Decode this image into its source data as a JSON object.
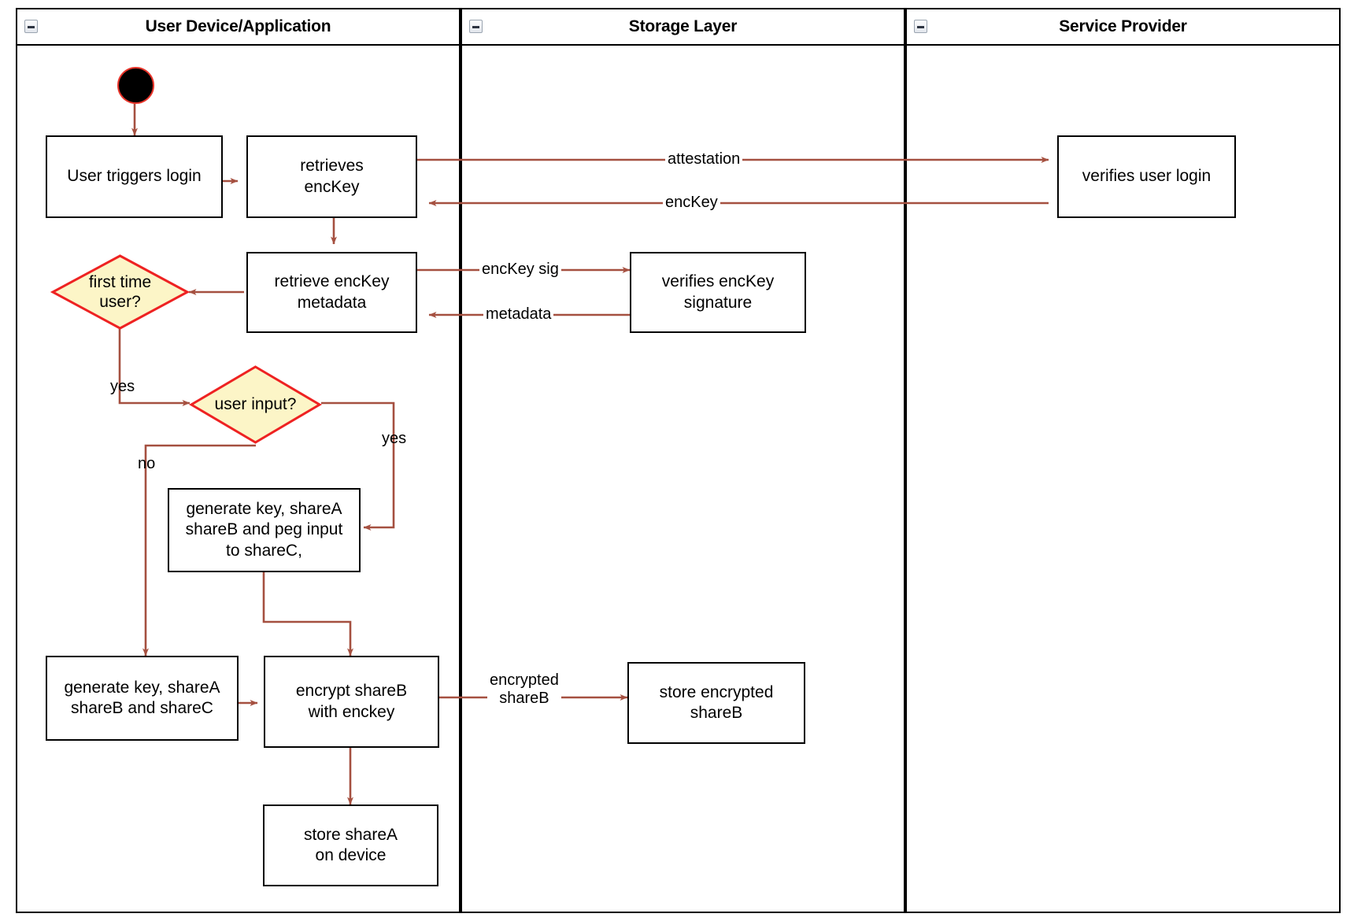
{
  "diagram": {
    "type": "uml-activity-swimlane",
    "title": "Login / key-share provisioning activity diagram",
    "colors": {
      "lane_border": "#000000",
      "node_border": "#000000",
      "node_fill": "#ffffff",
      "edge": "#a55040",
      "decision_border": "#ee2222",
      "decision_fill": "#fcf5c7",
      "start_fill": "#000000",
      "start_border": "#e8342a",
      "text": "#000000"
    }
  },
  "lanes": [
    {
      "id": "user-device",
      "title": "User Device/Application",
      "collapse_icon": "collapse-minus-icon"
    },
    {
      "id": "storage-layer",
      "title": "Storage Layer",
      "collapse_icon": "collapse-minus-icon"
    },
    {
      "id": "service-provider",
      "title": "Service Provider",
      "collapse_icon": "collapse-minus-icon"
    }
  ],
  "nodes": {
    "start": {
      "kind": "initial-node",
      "label": ""
    },
    "user_triggers_login": {
      "kind": "action",
      "label": "User triggers login"
    },
    "retrieves_enckey": {
      "kind": "action",
      "label": "retrieves\nencKey"
    },
    "retrieve_enckey_metadata": {
      "kind": "action",
      "label": "retrieve encKey\nmetadata"
    },
    "verifies_user_login": {
      "kind": "action",
      "label": "verifies user login"
    },
    "verifies_enckey_signature": {
      "kind": "action",
      "label": "verifies encKey signature"
    },
    "first_time_user": {
      "kind": "decision",
      "label": "first time\nuser?"
    },
    "user_input": {
      "kind": "decision",
      "label": "user input?"
    },
    "generate_peg": {
      "kind": "action",
      "label": "generate key, shareA\nshareB and peg input\nto shareC,"
    },
    "generate_shares": {
      "kind": "action",
      "label": "generate key, shareA\nshareB and shareC"
    },
    "encrypt_shareb": {
      "kind": "action",
      "label": "encrypt shareB\nwith enckey"
    },
    "store_encrypted_shareb": {
      "kind": "action",
      "label": "store encrypted\nshareB"
    },
    "store_sharea": {
      "kind": "action",
      "label": "store shareA\non device"
    }
  },
  "edge_labels": {
    "attestation": "attestation",
    "enckey": "encKey",
    "enckey_sig": "encKey sig",
    "metadata": "metadata",
    "yes_first_time": "yes",
    "yes_user_input": "yes",
    "no_user_input": "no",
    "encrypted_shareb": "encrypted\nshareB"
  }
}
